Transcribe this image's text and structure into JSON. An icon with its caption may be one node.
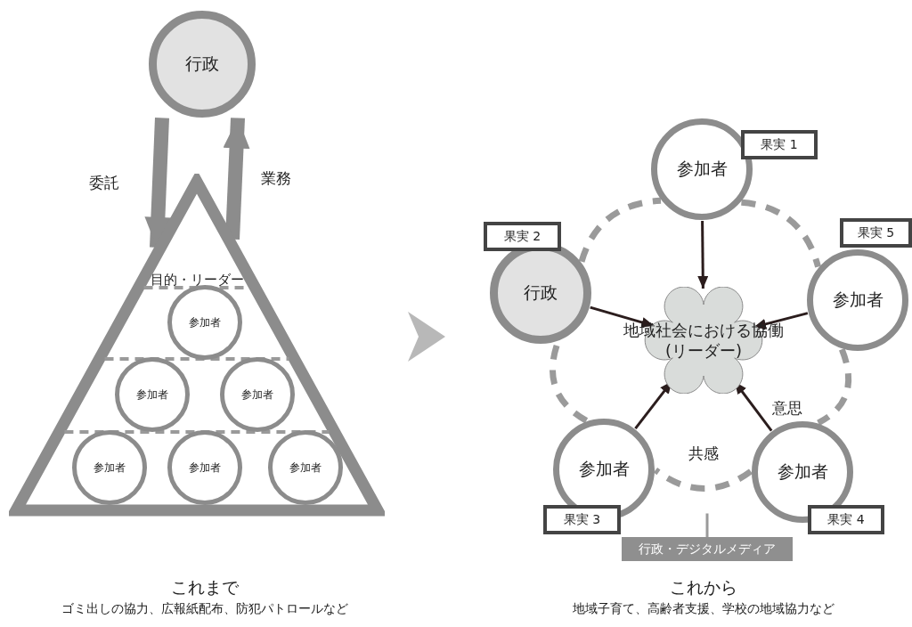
{
  "diagram": {
    "nodes": [
      {
        "text": [
          "行政"
        ]
      },
      {
        "text": [
          "目的・リーダー"
        ]
      },
      {
        "text": [
          "参加者"
        ],
        "in": 1
      },
      {
        "text": [
          "参加者"
        ],
        "in": 1
      },
      {
        "text": [
          "参加者"
        ],
        "in": 1
      },
      {
        "text": [
          "参加者"
        ],
        "in": 1
      },
      {
        "text": [
          "参加者"
        ],
        "in": 1
      },
      {
        "text": [
          "参加者"
        ],
        "in": 1
      },
      {
        "text": [
          "参加者"
        ]
      },
      {
        "text": [
          "果実 1"
        ]
      },
      {
        "text": [
          "果実 2"
        ]
      },
      {
        "text": [
          "行政"
        ]
      },
      {
        "text": [
          "果実 5"
        ]
      },
      {
        "text": [
          "参加者"
        ]
      },
      {
        "text": [
          "地域社会における協働(リーダー)"
        ]
      },
      {
        "text": [
          "参加者"
        ]
      },
      {
        "text": [
          "参加者"
        ]
      },
      {
        "text": [
          "果実 3"
        ]
      },
      {
        "text": [
          "果実 4"
        ]
      },
      {
        "text": [
          "行政・デジタルメディア"
        ]
      }
    ],
    "edges": [
      {
        "from": 0,
        "to": 1,
        "arrow": "to",
        "label": "委託",
        "style": "thick",
        "color": "#8c8c8c"
      },
      {
        "from": 1,
        "to": 0,
        "arrow": "to",
        "label": "業務",
        "style": "thick",
        "color": "#8c8c8c"
      },
      {
        "from": 8,
        "to": 14,
        "arrow": "to",
        "color": "#2b1d1d"
      },
      {
        "from": 11,
        "to": 14,
        "arrow": "to",
        "color": "#2b1d1d"
      },
      {
        "from": 13,
        "to": 14,
        "arrow": "to",
        "color": "#2b1d1d"
      },
      {
        "from": 15,
        "to": 14,
        "arrow": "to",
        "color": "#2b1d1d"
      },
      {
        "from": 16,
        "to": 14,
        "arrow": "to",
        "label": "意思",
        "color": "#2b1d1d"
      },
      {
        "from": 8,
        "to": 13,
        "arrow": "none",
        "style": "dashed",
        "color": "#9a9a9a"
      },
      {
        "from": 13,
        "to": 16,
        "arrow": "none",
        "style": "dashed",
        "color": "#9a9a9a"
      },
      {
        "from": 16,
        "to": 15,
        "arrow": "none",
        "label": "共感",
        "style": "dashed",
        "color": "#9a9a9a"
      },
      {
        "from": 15,
        "to": 11,
        "arrow": "none",
        "style": "dashed",
        "color": "#9a9a9a"
      },
      {
        "from": 11,
        "to": 8,
        "arrow": "none",
        "style": "dashed",
        "color": "#9a9a9a"
      },
      {
        "from": 19,
        "to": null,
        "arrow": "none",
        "color": "#9a9a9a"
      }
    ],
    "labels": [
      "これまで",
      "ゴミ出しの協力、広報紙配布、防犯パトロールなど",
      "これから",
      "地域子育て、高齢者支援、学校の地域協力など"
    ]
  }
}
